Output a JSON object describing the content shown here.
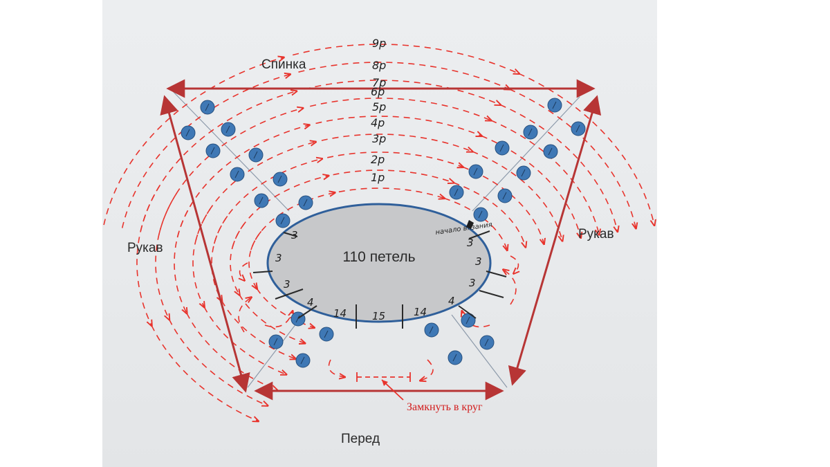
{
  "labels": {
    "back": "Спинка",
    "front": "Перед",
    "sleeve_left": "Рукав",
    "sleeve_right": "Рукав",
    "center": "110 петель",
    "close_round": "Замкнуть в круг",
    "start": "начало вязания"
  },
  "rows": [
    "9р",
    "8р",
    "7р",
    "6р",
    "5р",
    "4р",
    "3р",
    "2р",
    "1р"
  ],
  "loop_counts": {
    "left_upper": "3",
    "left_mid": "3",
    "left_lower": "3",
    "left_bottom": "4",
    "front_left": "14",
    "front_center": "15",
    "front_right": "14",
    "right_bottom": "4",
    "right_lower": "3",
    "right_mid": "3",
    "right_upper": "3"
  },
  "colors": {
    "trapezoid": "#b73535",
    "dots": "#3f78b5",
    "arrows": "#e8332c",
    "oval_fill": "#c7c8ca",
    "oval_stroke": "#2f5f9a"
  }
}
